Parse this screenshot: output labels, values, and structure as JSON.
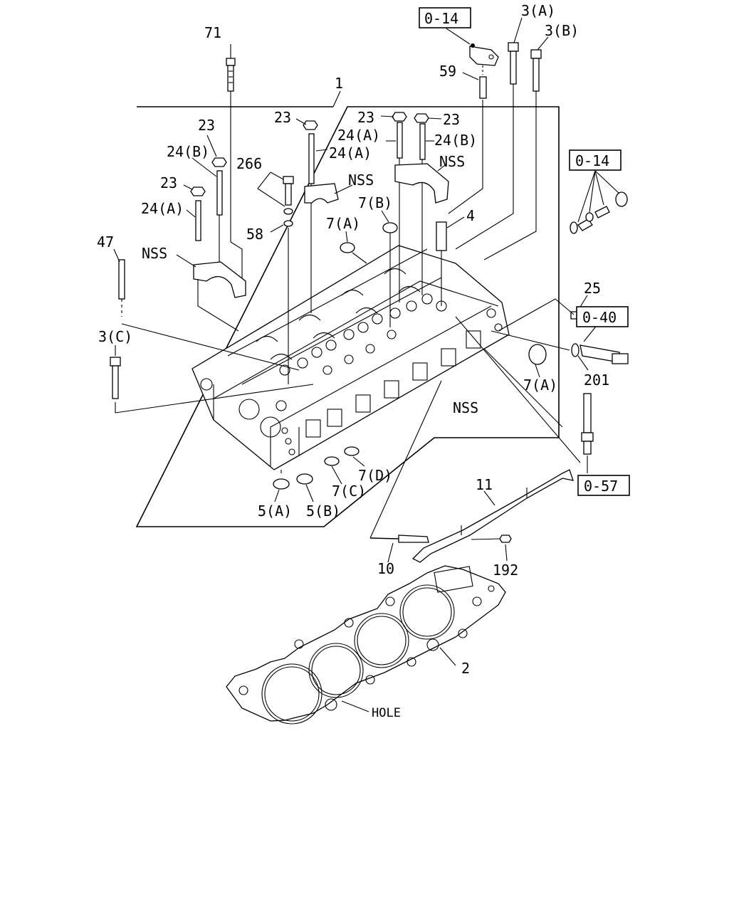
{
  "callouts": {
    "c71": "71",
    "c1": "1",
    "c0_14_top": "0-14",
    "c3a": "3(A)",
    "c3b": "3(B)",
    "c59": "59",
    "c23_a": "23",
    "c23_b": "23",
    "c23_c": "23",
    "c23_d": "23",
    "c23_e": "23",
    "c24a_a": "24(A)",
    "c24a_b": "24(A)",
    "c24a_c": "24(A)",
    "c24b_a": "24(B)",
    "c24b_b": "24(B)",
    "c266": "266",
    "nss_a": "NSS",
    "nss_b": "NSS",
    "nss_c": "NSS",
    "nss_d": "NSS",
    "c0_14_right": "0-14",
    "c7b": "7(B)",
    "c7a_a": "7(A)",
    "c7a_b": "7(A)",
    "c7c": "7(C)",
    "c7d": "7(D)",
    "c58": "58",
    "c4": "4",
    "c47": "47",
    "c25": "25",
    "c0_40": "0-40",
    "c201": "201",
    "c3c": "3(C)",
    "c0_57": "0-57",
    "c11": "11",
    "c5a": "5(A)",
    "c5b": "5(B)",
    "c10": "10",
    "c192": "192",
    "c2": "2",
    "hole": "HOLE"
  }
}
